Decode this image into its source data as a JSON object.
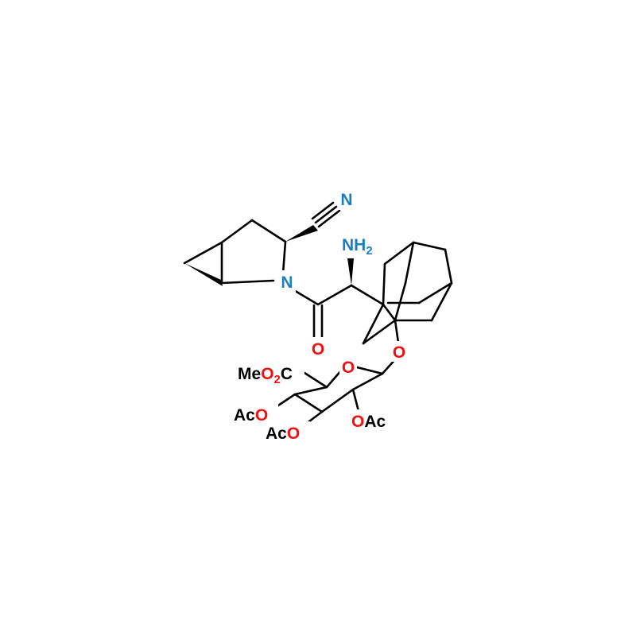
{
  "colors": {
    "bond": "#000000",
    "nitrogen": "#1a7fc1",
    "oxygen": "#ee1111",
    "carbon_text": "#000000",
    "background": "#ffffff"
  },
  "atoms": {
    "nitrile_n": "N",
    "amine_n": "N",
    "amine_h": "H",
    "amine_h_count": "2",
    "ring_n": "N",
    "carbonyl_o": "O",
    "ether_o": "O",
    "ring_o": "O",
    "ester_me": "Me",
    "ester_o": "O",
    "ester_o_count": "2",
    "ester_c": "C",
    "oac_o": "O",
    "oac_ac": "Ac",
    "aco_ac_1": "Ac",
    "aco_o_1": "O",
    "aco_ac_2": "Ac",
    "aco_o_2": "O"
  }
}
